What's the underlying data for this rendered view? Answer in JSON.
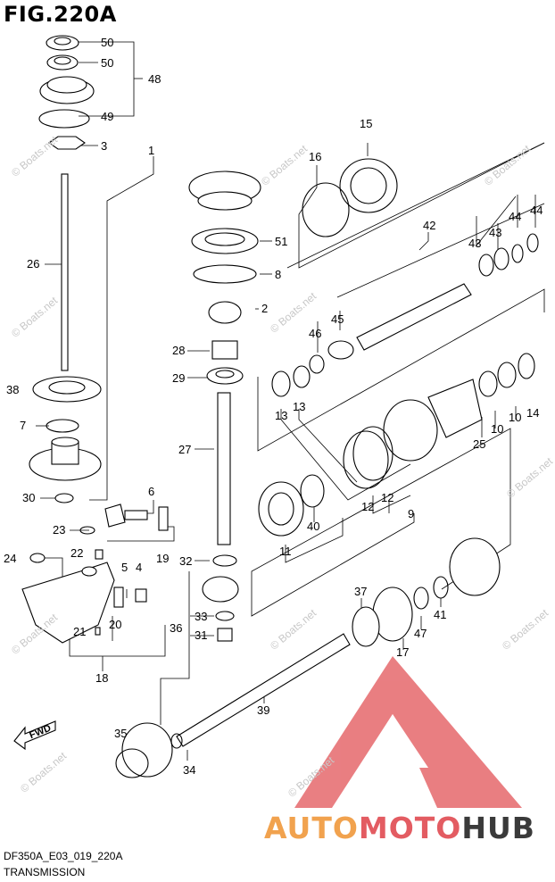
{
  "figure": {
    "title": "FIG.220A",
    "code": "DF350A_E03_019_220A",
    "name": "TRANSMISSION"
  },
  "watermark": "© Boats.net",
  "brand": {
    "part1": "AUTO",
    "part2": "MOTO",
    "part3": "HUB",
    "colors": {
      "auto": "#f1a24e",
      "moto": "#e35c62",
      "hub": "#3a3a3a",
      "logo": "#e8787b"
    }
  },
  "fwd_label": "FWD",
  "callouts": [
    "50",
    "50",
    "48",
    "49",
    "3",
    "1",
    "26",
    "38",
    "7",
    "30",
    "23",
    "22",
    "24",
    "6",
    "19",
    "5",
    "4",
    "20",
    "21",
    "18",
    "15",
    "16",
    "42",
    "43",
    "43",
    "44",
    "44",
    "51",
    "8",
    "2",
    "28",
    "29",
    "27",
    "32",
    "33",
    "31",
    "36",
    "45",
    "46",
    "13",
    "13",
    "25",
    "10",
    "10",
    "14",
    "12",
    "12",
    "9",
    "11",
    "40",
    "37",
    "47",
    "41",
    "17",
    "39",
    "35",
    "34"
  ]
}
